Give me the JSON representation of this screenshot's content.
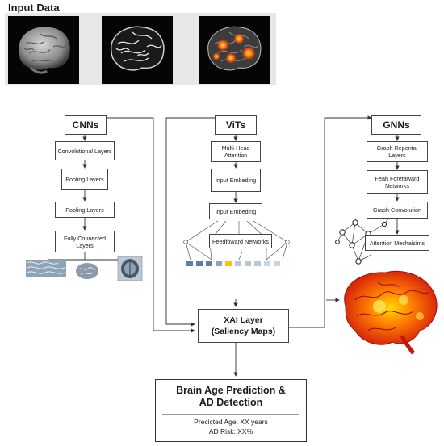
{
  "input_section": {
    "title": "Input Data",
    "images": [
      "brain-mri-surface",
      "brain-mri-contrast",
      "brain-mri-heatmap"
    ]
  },
  "cnn_branch": {
    "header": "CNNs",
    "layers": [
      "Convolutional Layers",
      "Pooling Layers",
      "Pooling Layers",
      "Fully Connected Layers"
    ]
  },
  "vit_branch": {
    "header": "ViTs",
    "layers": [
      "Multi-Head Attention",
      "Input Embeding",
      "Input Embeding"
    ],
    "network_label": "Feedfoward Networks"
  },
  "gnn_branch": {
    "header": "GNNs",
    "layers": [
      "Graph Repental Layers",
      "Feah Foretaward Networks",
      "Graph Convolution"
    ],
    "attention_label": "Attention Mechaisims"
  },
  "xai": {
    "title": "XAI Layer",
    "subtitle": "(Saliency Maps)"
  },
  "output": {
    "title_line1": "Brain Age Prediction &",
    "title_line2": "AD Detection",
    "predicted_age": "Precicted Age: XX years",
    "ad_risk": "AD Risk: XX%"
  },
  "colors": {
    "token_blue": "#5f7ea6",
    "token_light": "#b9c6d6",
    "token_highlight": "#f5c518",
    "heatmap_red": "#e02010",
    "heatmap_yellow": "#ffd800"
  }
}
